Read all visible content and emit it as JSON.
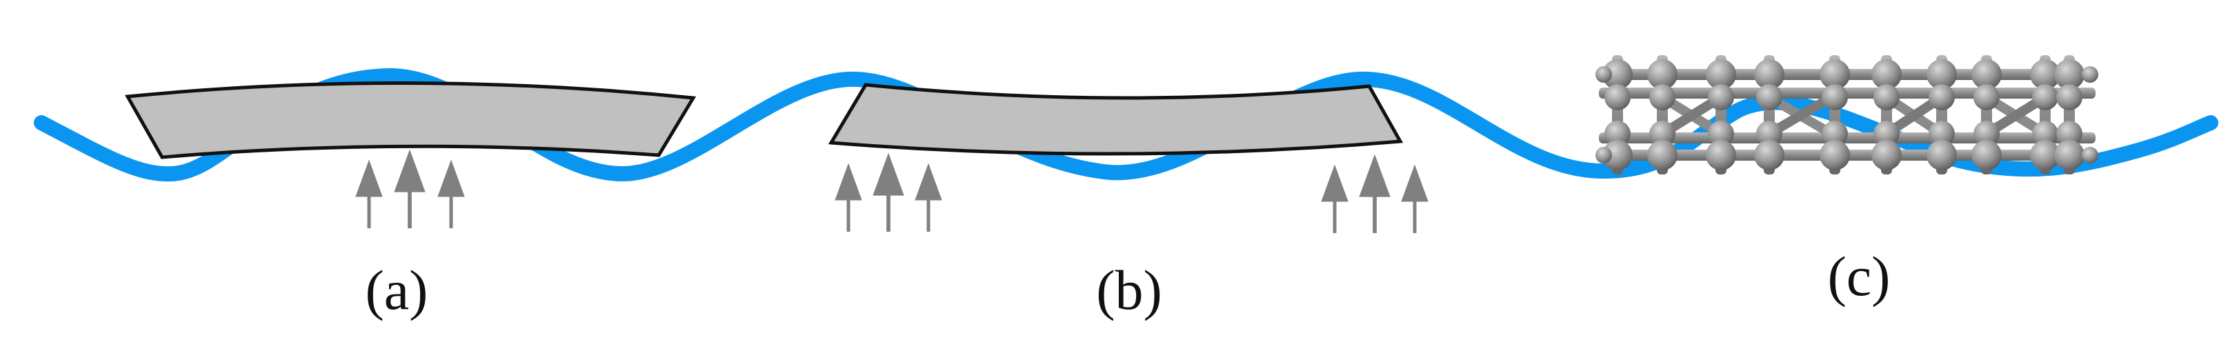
{
  "panels": [
    {
      "id": "a",
      "label": "(a)"
    },
    {
      "id": "b",
      "label": "(b)"
    },
    {
      "id": "c",
      "label": "(c)"
    }
  ],
  "colors": {
    "wave": "#0a96f0",
    "plate_fill": "#c0c0c0",
    "plate_stroke": "#111111",
    "arrow": "#808080",
    "atom": "#8f8f8f",
    "atom_highlight": "#c8c8c8",
    "label": "#111111"
  },
  "icons": {
    "force_arrow": "upward-force-arrow-icon",
    "atom": "atom-sphere-icon"
  }
}
